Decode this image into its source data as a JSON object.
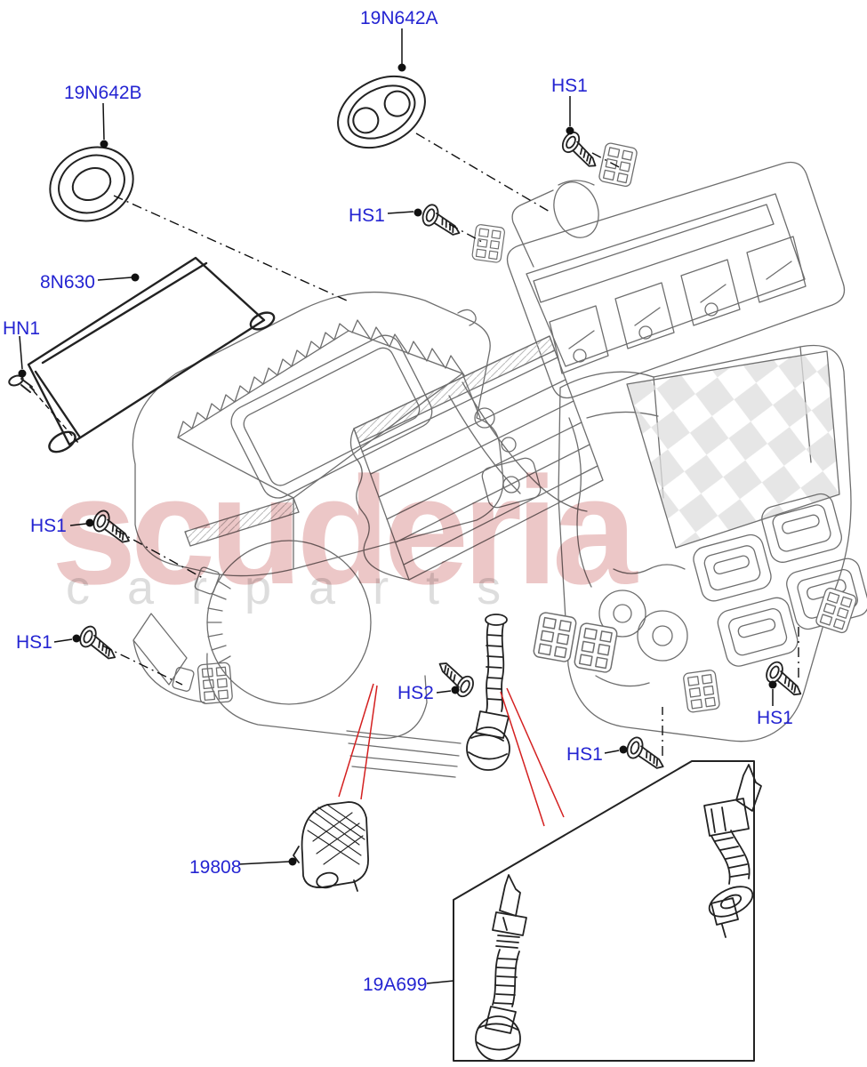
{
  "diagram": {
    "type": "automotive-parts-exploded-diagram",
    "subject": "Heater / air conditioning main unit",
    "callouts": [
      {
        "label": "19N642A"
      },
      {
        "label": "19N642B"
      },
      {
        "label": "HS1"
      },
      {
        "label": "HS1"
      },
      {
        "label": "8N630"
      },
      {
        "label": "HN1"
      },
      {
        "label": "HS1"
      },
      {
        "label": "HS1"
      },
      {
        "label": "HS2"
      },
      {
        "label": "HS1"
      },
      {
        "label": "HS1"
      },
      {
        "label": "19808"
      },
      {
        "label": "19A699"
      }
    ],
    "watermark": {
      "line1": "scuderia",
      "line2": "carparts"
    },
    "colors": {
      "label_blue": "#2424d2",
      "pointer_red": "#d42020",
      "art_gray": "#6e6e6e",
      "art_dark": "#222222",
      "watermark_pink": "#d98f8f",
      "watermark_gray": "#c6c6c6"
    }
  }
}
